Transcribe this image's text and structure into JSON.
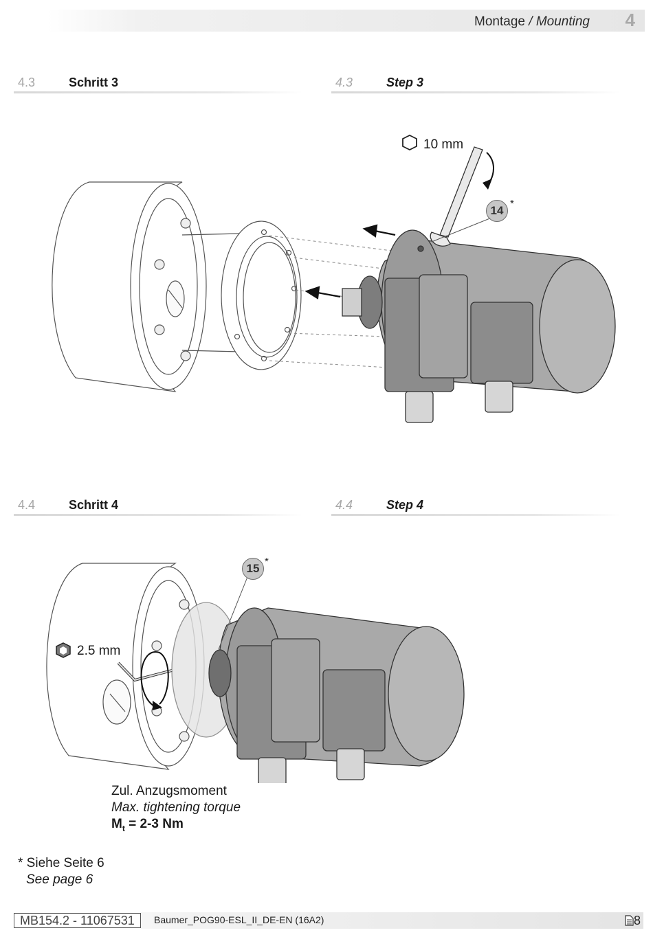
{
  "header": {
    "title_de": "Montage",
    "title_sep": " / ",
    "title_en": "Mounting",
    "chapter": "4"
  },
  "sections": [
    {
      "num": "4.3",
      "title_de": "Schritt 3",
      "title_en": "Step 3"
    },
    {
      "num": "4.4",
      "title_de": "Schritt 4",
      "title_en": "Step 4"
    }
  ],
  "step3": {
    "wrench_size": "10 mm",
    "callout": "14",
    "callout_star": "*"
  },
  "step4": {
    "hex_size": "2.5 mm",
    "callout": "15",
    "callout_star": "*",
    "torque_de": "Zul. Anzugsmoment",
    "torque_en": "Max. tightening torque",
    "torque_symbol": "M",
    "torque_sub": "t",
    "torque_value": " = 2-3 Nm"
  },
  "footnote": {
    "de": "* Siehe Seite 6",
    "en": "See page 6"
  },
  "footer": {
    "doc_id": "MB154.2 - 11067531",
    "doc_name": "Baumer_POG90-ESL_II_DE-EN (16A2)",
    "page": "8"
  }
}
